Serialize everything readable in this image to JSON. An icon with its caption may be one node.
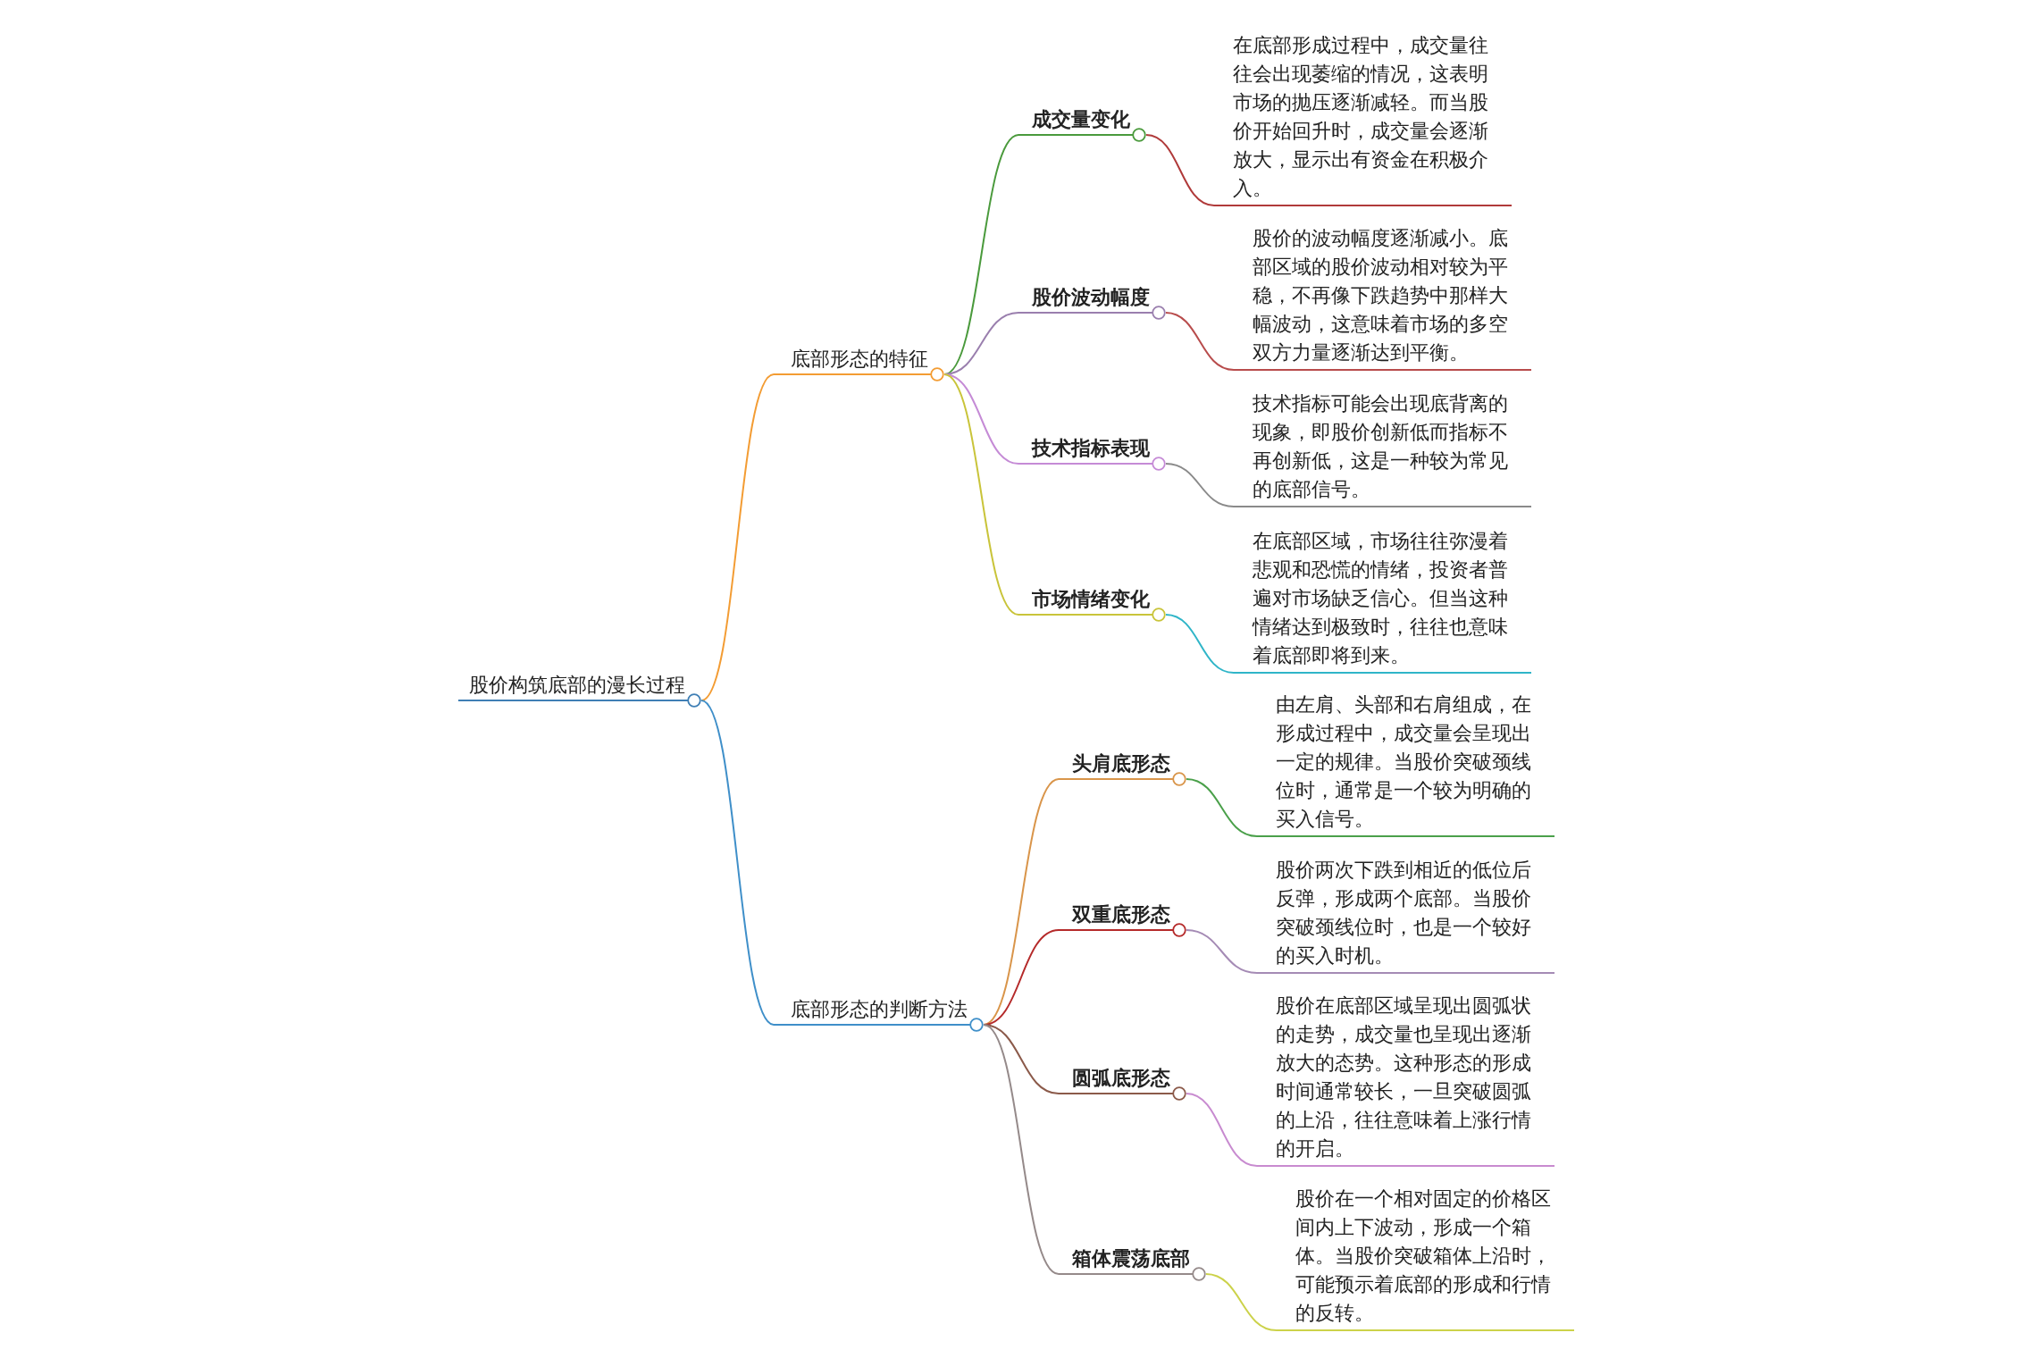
{
  "diagram": {
    "nodes": [
      {
        "text": [
          "股价构筑底部的漫长过程"
        ]
      },
      {
        "text": [
          "底部形态的特征"
        ]
      },
      {
        "text": [
          "成交量变化"
        ]
      },
      {
        "text": [
          "在底部形成过程中，成交量往往会出现萎缩的情况，这表明市场的抛压逐渐减轻。而当股价开始回升时，成交量会逐渐放大，显示出有资金在积极介入。"
        ]
      },
      {
        "text": [
          "股价波动幅度"
        ]
      },
      {
        "text": [
          "股价的波动幅度逐渐减小。底部区域的股价波动相对较为平稳，不再像下跌趋势中那样大幅波动，这意味着市场的多空双方力量逐渐达到平衡。"
        ]
      },
      {
        "text": [
          "技术指标表现"
        ]
      },
      {
        "text": [
          "技术指标可能会出现底背离的现象，即股价创新低而指标不再创新低，这是一种较为常见的底部信号。"
        ]
      },
      {
        "text": [
          "市场情绪变化"
        ]
      },
      {
        "text": [
          "在底部区域，市场往往弥漫着悲观和恐慌的情绪，投资者普遍对市场缺乏信心。但当这种情绪达到极致时，往往也意味着底部即将到来。"
        ]
      },
      {
        "text": [
          "底部形态的判断方法"
        ]
      },
      {
        "text": [
          "头肩底形态"
        ]
      },
      {
        "text": [
          "由左肩、头部和右肩组成，在形成过程中，成交量会呈现出一定的规律。当股价突破颈线位时，通常是一个较为明确的买入信号。"
        ]
      },
      {
        "text": [
          "双重底形态"
        ]
      },
      {
        "text": [
          "股价两次下跌到相近的低位后反弹，形成两个底部。当股价突破颈线位时，也是一个较好的买入时机。"
        ]
      },
      {
        "text": [
          "圆弧底形态"
        ]
      },
      {
        "text": [
          "股价在底部区域呈现出圆弧状的走势，成交量也呈现出逐渐放大的态势。这种形态的形成时间通常较长，一旦突破圆弧的上沿，往往意味着上涨行情的开启。"
        ]
      },
      {
        "text": [
          "箱体震荡底部"
        ]
      },
      {
        "text": [
          "股价在一个相对固定的价格区间内上下波动，形成一个箱体。当股价突破箱体上沿时，可能预示着底部的形成和行情的反转。"
        ]
      }
    ],
    "edges": [
      {
        "from": 0,
        "to": 1,
        "arrow": "none",
        "color": "#f39c33"
      },
      {
        "from": 0,
        "to": 10,
        "arrow": "none",
        "color": "#3f8fc9"
      },
      {
        "from": 1,
        "to": 2,
        "arrow": "none",
        "color": "#4a9a3c"
      },
      {
        "from": 2,
        "to": 3,
        "arrow": "none",
        "color": "#b03a3a"
      },
      {
        "from": 1,
        "to": 4,
        "arrow": "none",
        "color": "#9a7fae"
      },
      {
        "from": 4,
        "to": 5,
        "arrow": "none",
        "color": "#b84c4c"
      },
      {
        "from": 1,
        "to": 6,
        "arrow": "none",
        "color": "#c58bd6"
      },
      {
        "from": 6,
        "to": 7,
        "arrow": "none",
        "color": "#8a8a8a"
      },
      {
        "from": 1,
        "to": 8,
        "arrow": "none",
        "color": "#c9c43a"
      },
      {
        "from": 8,
        "to": 9,
        "arrow": "none",
        "color": "#2fb5c8"
      },
      {
        "from": 10,
        "to": 11,
        "arrow": "none",
        "color": "#d9954a"
      },
      {
        "from": 11,
        "to": 12,
        "arrow": "none",
        "color": "#4aa04a"
      },
      {
        "from": 10,
        "to": 13,
        "arrow": "none",
        "color": "#b52a2a"
      },
      {
        "from": 13,
        "to": 14,
        "arrow": "none",
        "color": "#a58bb5"
      },
      {
        "from": 10,
        "to": 15,
        "arrow": "none",
        "color": "#8b5a4a"
      },
      {
        "from": 15,
        "to": 16,
        "arrow": "none",
        "color": "#c88bd0"
      },
      {
        "from": 10,
        "to": 17,
        "arrow": "none",
        "color": "#958a8a"
      },
      {
        "from": 17,
        "to": 18,
        "arrow": "none",
        "color": "#ccd24a"
      }
    ]
  }
}
